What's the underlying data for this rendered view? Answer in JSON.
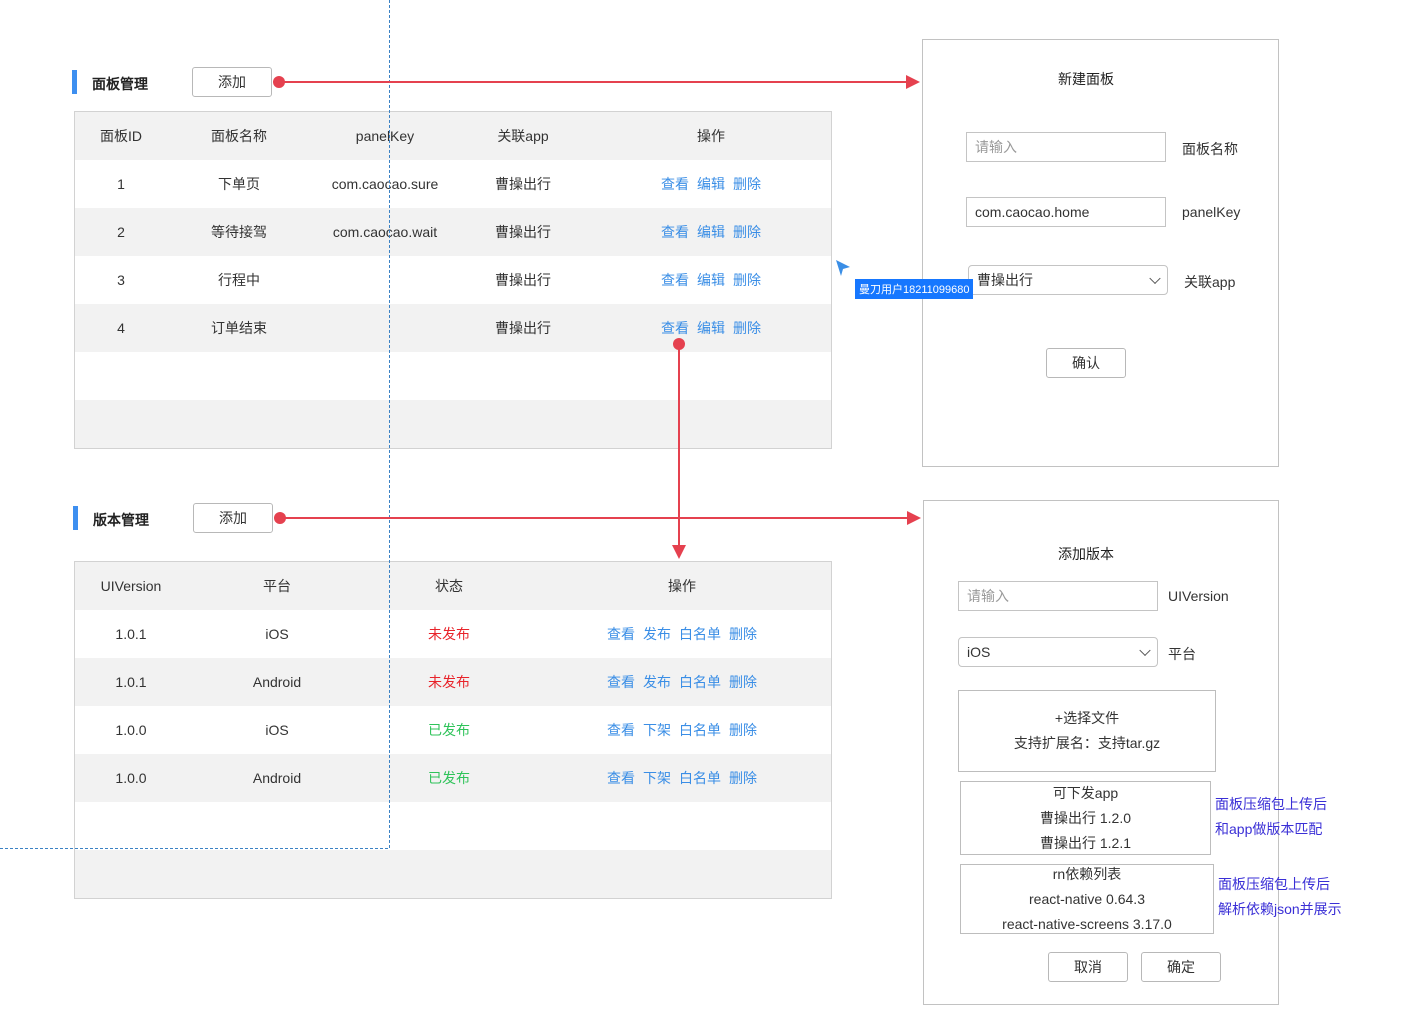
{
  "panel_mgmt": {
    "title": "面板管理",
    "add_label": "添加",
    "columns": [
      "面板ID",
      "面板名称",
      "panelKey",
      "关联app",
      "操作"
    ],
    "rows": [
      {
        "id": "1",
        "name": "下单页",
        "key": "com.caocao.sure",
        "app": "曹操出行"
      },
      {
        "id": "2",
        "name": "等待接驾",
        "key": "com.caocao.wait",
        "app": "曹操出行"
      },
      {
        "id": "3",
        "name": "行程中",
        "key": "",
        "app": "曹操出行"
      },
      {
        "id": "4",
        "name": "订单结束",
        "key": "",
        "app": "曹操出行"
      }
    ],
    "actions": [
      "查看",
      "编辑",
      "删除"
    ]
  },
  "version_mgmt": {
    "title": "版本管理",
    "add_label": "添加",
    "columns": [
      "UIVersion",
      "平台",
      "状态",
      "操作"
    ],
    "rows": [
      {
        "version": "1.0.1",
        "platform": "iOS",
        "status": "未发布",
        "actions": [
          "查看",
          "发布",
          "白名单",
          "删除"
        ]
      },
      {
        "version": "1.0.1",
        "platform": "Android",
        "status": "未发布",
        "actions": [
          "查看",
          "发布",
          "白名单",
          "删除"
        ]
      },
      {
        "version": "1.0.0",
        "platform": "iOS",
        "status": "已发布",
        "actions": [
          "查看",
          "下架",
          "白名单",
          "删除"
        ]
      },
      {
        "version": "1.0.0",
        "platform": "Android",
        "status": "已发布",
        "actions": [
          "查看",
          "下架",
          "白名单",
          "删除"
        ]
      }
    ]
  },
  "new_panel_form": {
    "title": "新建面板",
    "name_placeholder": "请输入",
    "name_label": "面板名称",
    "key_value": "com.caocao.home",
    "key_label": "panelKey",
    "app_value": "曹操出行",
    "app_label": "关联app",
    "confirm_label": "确认"
  },
  "add_version_form": {
    "title": "添加版本",
    "version_placeholder": "请输入",
    "version_label": "UIVersion",
    "platform_value": "iOS",
    "platform_label": "平台",
    "file_select_label": "+选择文件",
    "file_ext_hint": "支持扩展名：支持tar.gz",
    "apps_box": [
      "可下发app",
      "曹操出行 1.2.0",
      "曹操出行 1.2.1"
    ],
    "apps_note": [
      "面板压缩包上传后",
      "和app做版本匹配"
    ],
    "deps_box": [
      "rn依赖列表",
      "react-native 0.64.3",
      "react-native-screens 3.17.0"
    ],
    "deps_note": [
      "面板压缩包上传后",
      "解析依赖json并展示"
    ],
    "cancel_label": "取消",
    "ok_label": "确定"
  },
  "cursor_tag": "曼刀用户18211099680",
  "colors": {
    "arrow": "#e5414f",
    "link": "#3a8ee6",
    "unpublished": "#e8232a",
    "published": "#2fc35a",
    "note": "#3a2fd6",
    "accent_bar": "#3d8ff0",
    "guide": "#3b82c4"
  }
}
